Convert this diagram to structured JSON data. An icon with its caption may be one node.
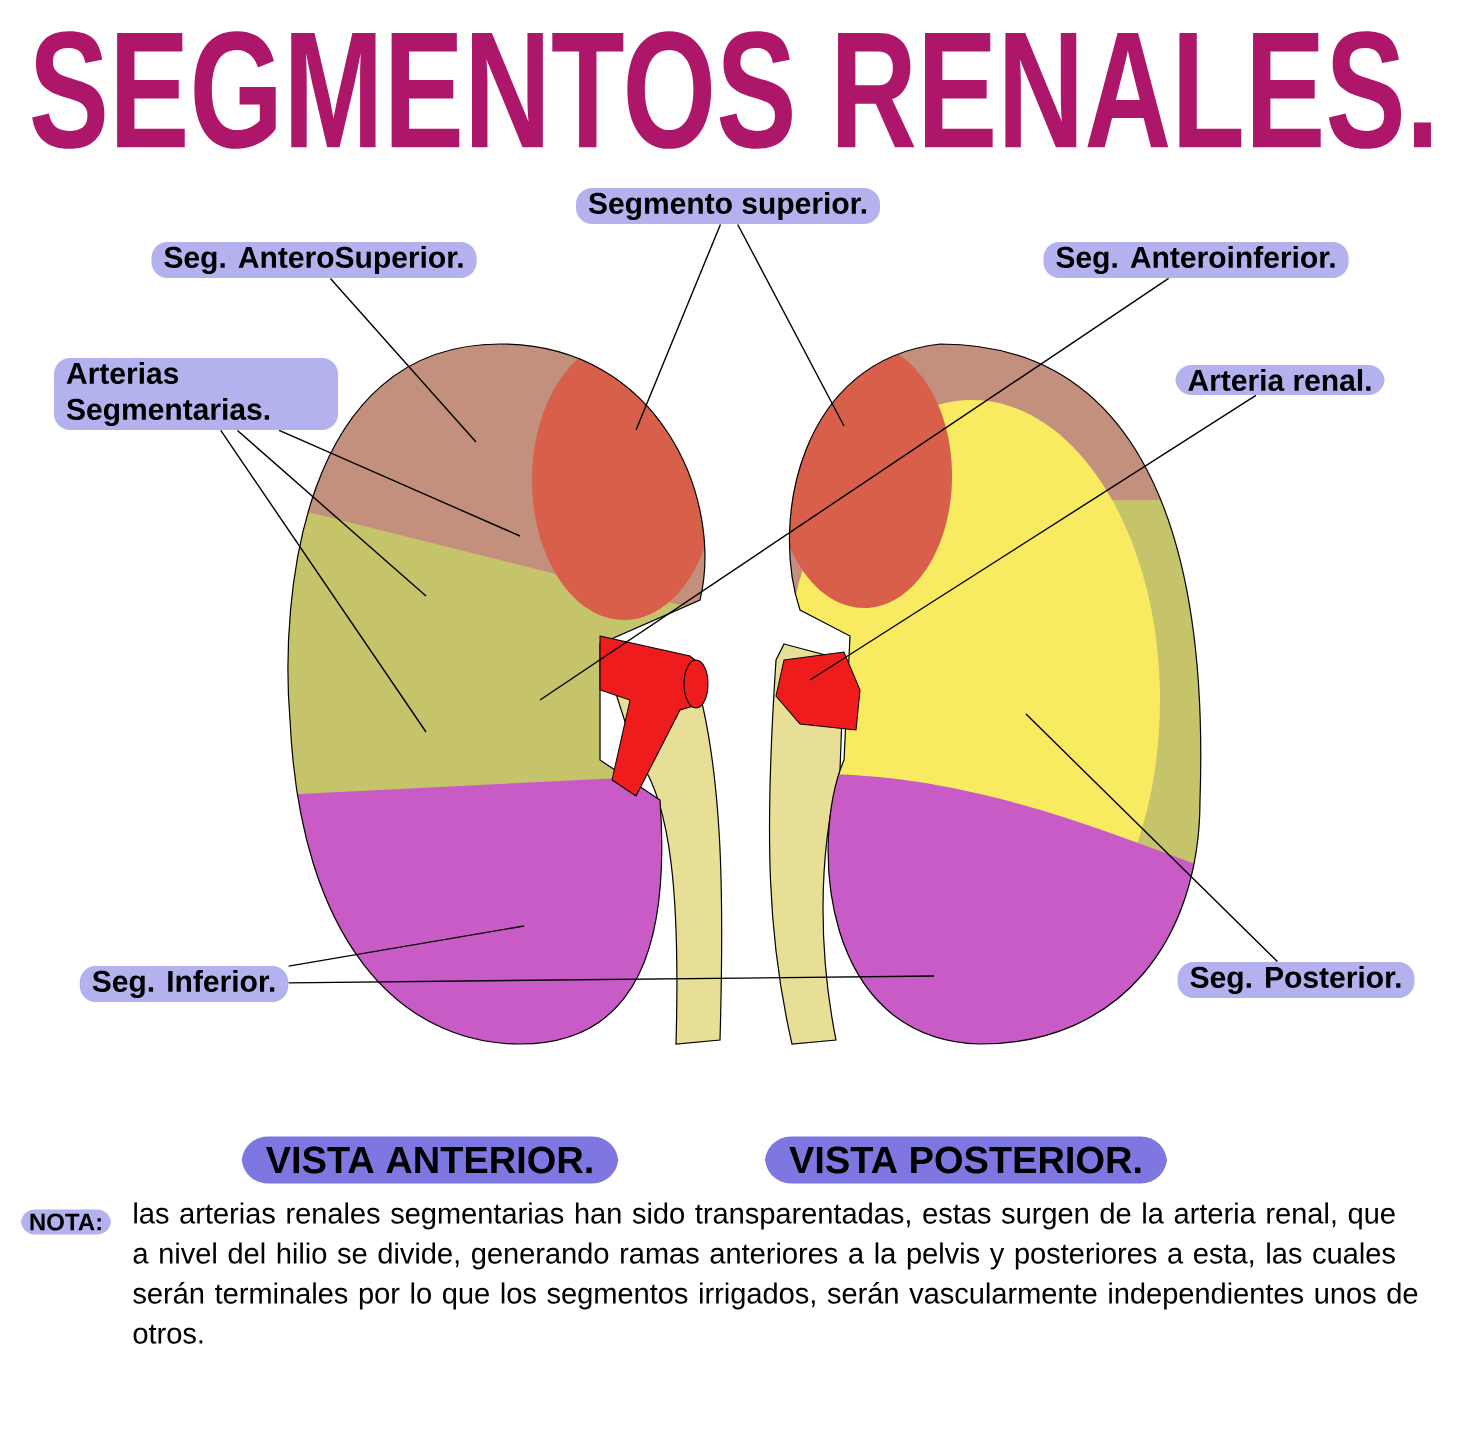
{
  "diagram": {
    "title": "SEGMENTOS RENALES.",
    "nodes": [
      {
        "text": [
          "Seg. AnteroSuperior."
        ]
      },
      {
        "text": [
          "Segmento superior."
        ]
      },
      {
        "text": [
          "Seg. Anteroinferior."
        ]
      },
      {
        "text": [
          "Arterias Segmentarias."
        ]
      },
      {
        "text": [
          "Arteria renal."
        ]
      },
      {
        "text": [
          "Seg. Inferior."
        ]
      },
      {
        "text": [
          "Seg. Posterior."
        ]
      },
      {
        "text": [
          "VISTA ANTERIOR."
        ]
      },
      {
        "text": [
          "VISTA POSTERIOR."
        ]
      },
      {
        "text": [
          "NOTA:"
        ],
        "beside": [
          "las arterias renales segmentarias han sido transparentadas, estas surgen de la arteria renal, que a nivel del hilio se divide, generando ramas anteriores a la pelvis y posteriores a esta, las cuales serán terminales por lo que los segmentos irrigados, serán vascularmente independientes unos de otros."
        ]
      }
    ],
    "edges": [
      {
        "from": 0,
        "to": null,
        "arrow": "none"
      },
      {
        "from": 1,
        "to": null,
        "arrow": "none"
      },
      {
        "from": 1,
        "to": null,
        "arrow": "none"
      },
      {
        "from": 3,
        "to": null,
        "arrow": "none"
      },
      {
        "from": 3,
        "to": null,
        "arrow": "none"
      },
      {
        "from": 3,
        "to": null,
        "arrow": "none"
      },
      {
        "from": 2,
        "to": null,
        "arrow": "none"
      },
      {
        "from": 4,
        "to": null,
        "arrow": "none"
      },
      {
        "from": 5,
        "to": null,
        "arrow": "none"
      },
      {
        "from": 5,
        "to": null,
        "arrow": "none"
      },
      {
        "from": 6,
        "to": null,
        "arrow": "none"
      }
    ]
  }
}
